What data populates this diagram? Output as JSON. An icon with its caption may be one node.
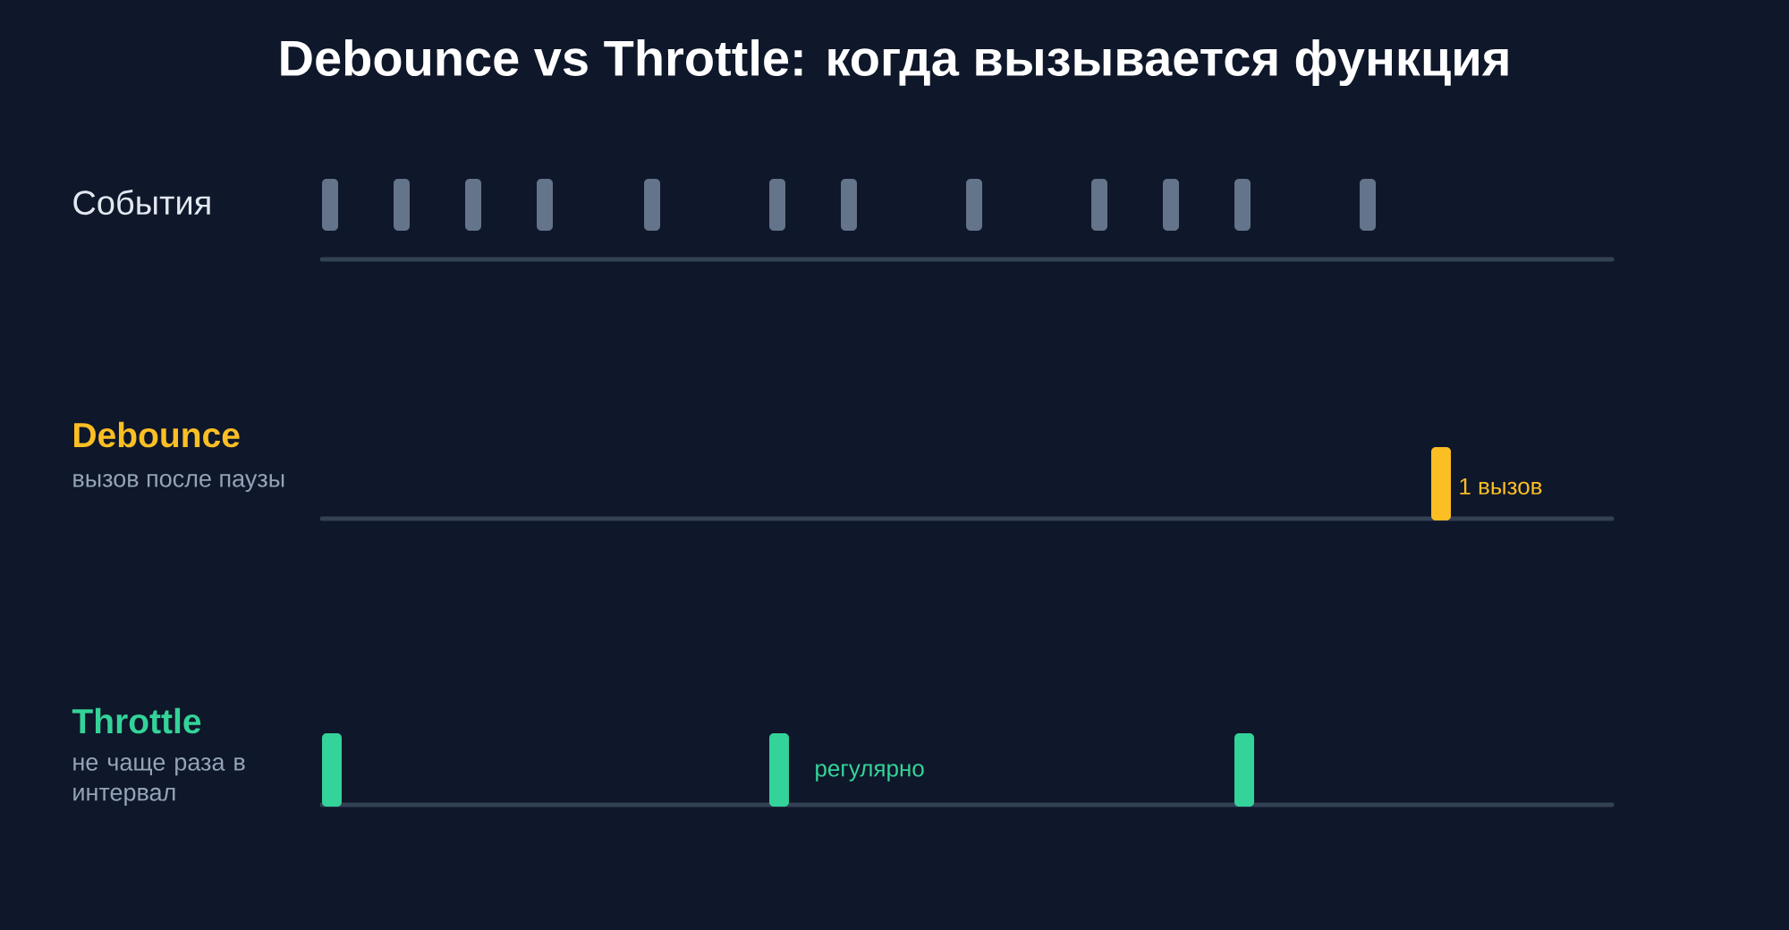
{
  "diagram": {
    "title": "Debounce vs Throttle: когда вызывается функция",
    "labels": [
      "События",
      "Debounce",
      "вызов после паузы",
      "1 вызов",
      "Throttle",
      "не чаще раза в интервал",
      "регулярно"
    ]
  }
}
